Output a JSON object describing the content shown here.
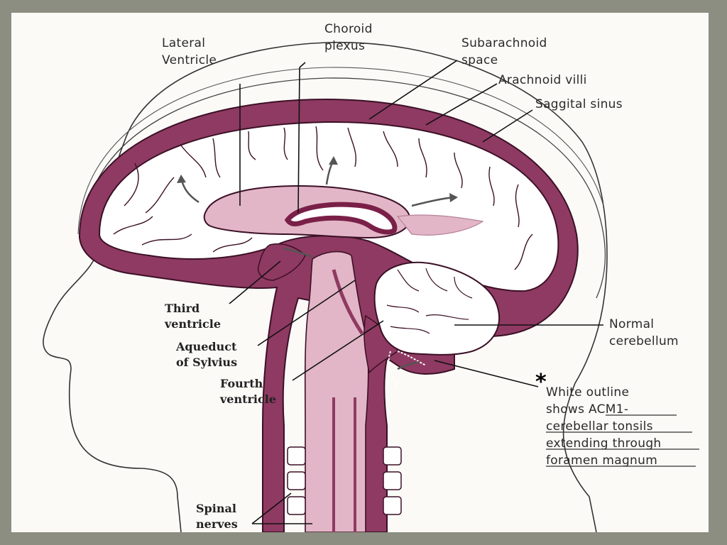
{
  "labels": {
    "lateral_ventricle": [
      "Lateral",
      "Ventricle"
    ],
    "choroid_plexus": [
      "Choroid",
      "plexus"
    ],
    "subarachnoid_space": [
      "Subarachnoid",
      "space"
    ],
    "arachnoid_villi": "Arachnoid villi",
    "saggital_sinus": "Saggital sinus",
    "normal_cerebellum": [
      "Normal",
      "cerebellum"
    ],
    "third_ventricle": [
      "Third",
      "ventricle"
    ],
    "aqueduct_of_sylvius": [
      "Aqueduct",
      "of Sylvius"
    ],
    "fourth_ventricle": [
      "Fourth",
      "ventricle"
    ],
    "spinal_nerves": [
      "Spinal",
      "nerves"
    ],
    "star": "*",
    "white_outline": [
      "White outline",
      "shows ACM1-",
      "cerebellar tonsils",
      "extending through",
      "foramen magnum"
    ]
  },
  "colors": {
    "frame": "#8b8e80",
    "background": "#fbfaf7",
    "csf_dark": "#8f3a62",
    "csf_light": "#e2b6c6",
    "brain_white": "#ffffff",
    "outline": "#3b1026"
  }
}
